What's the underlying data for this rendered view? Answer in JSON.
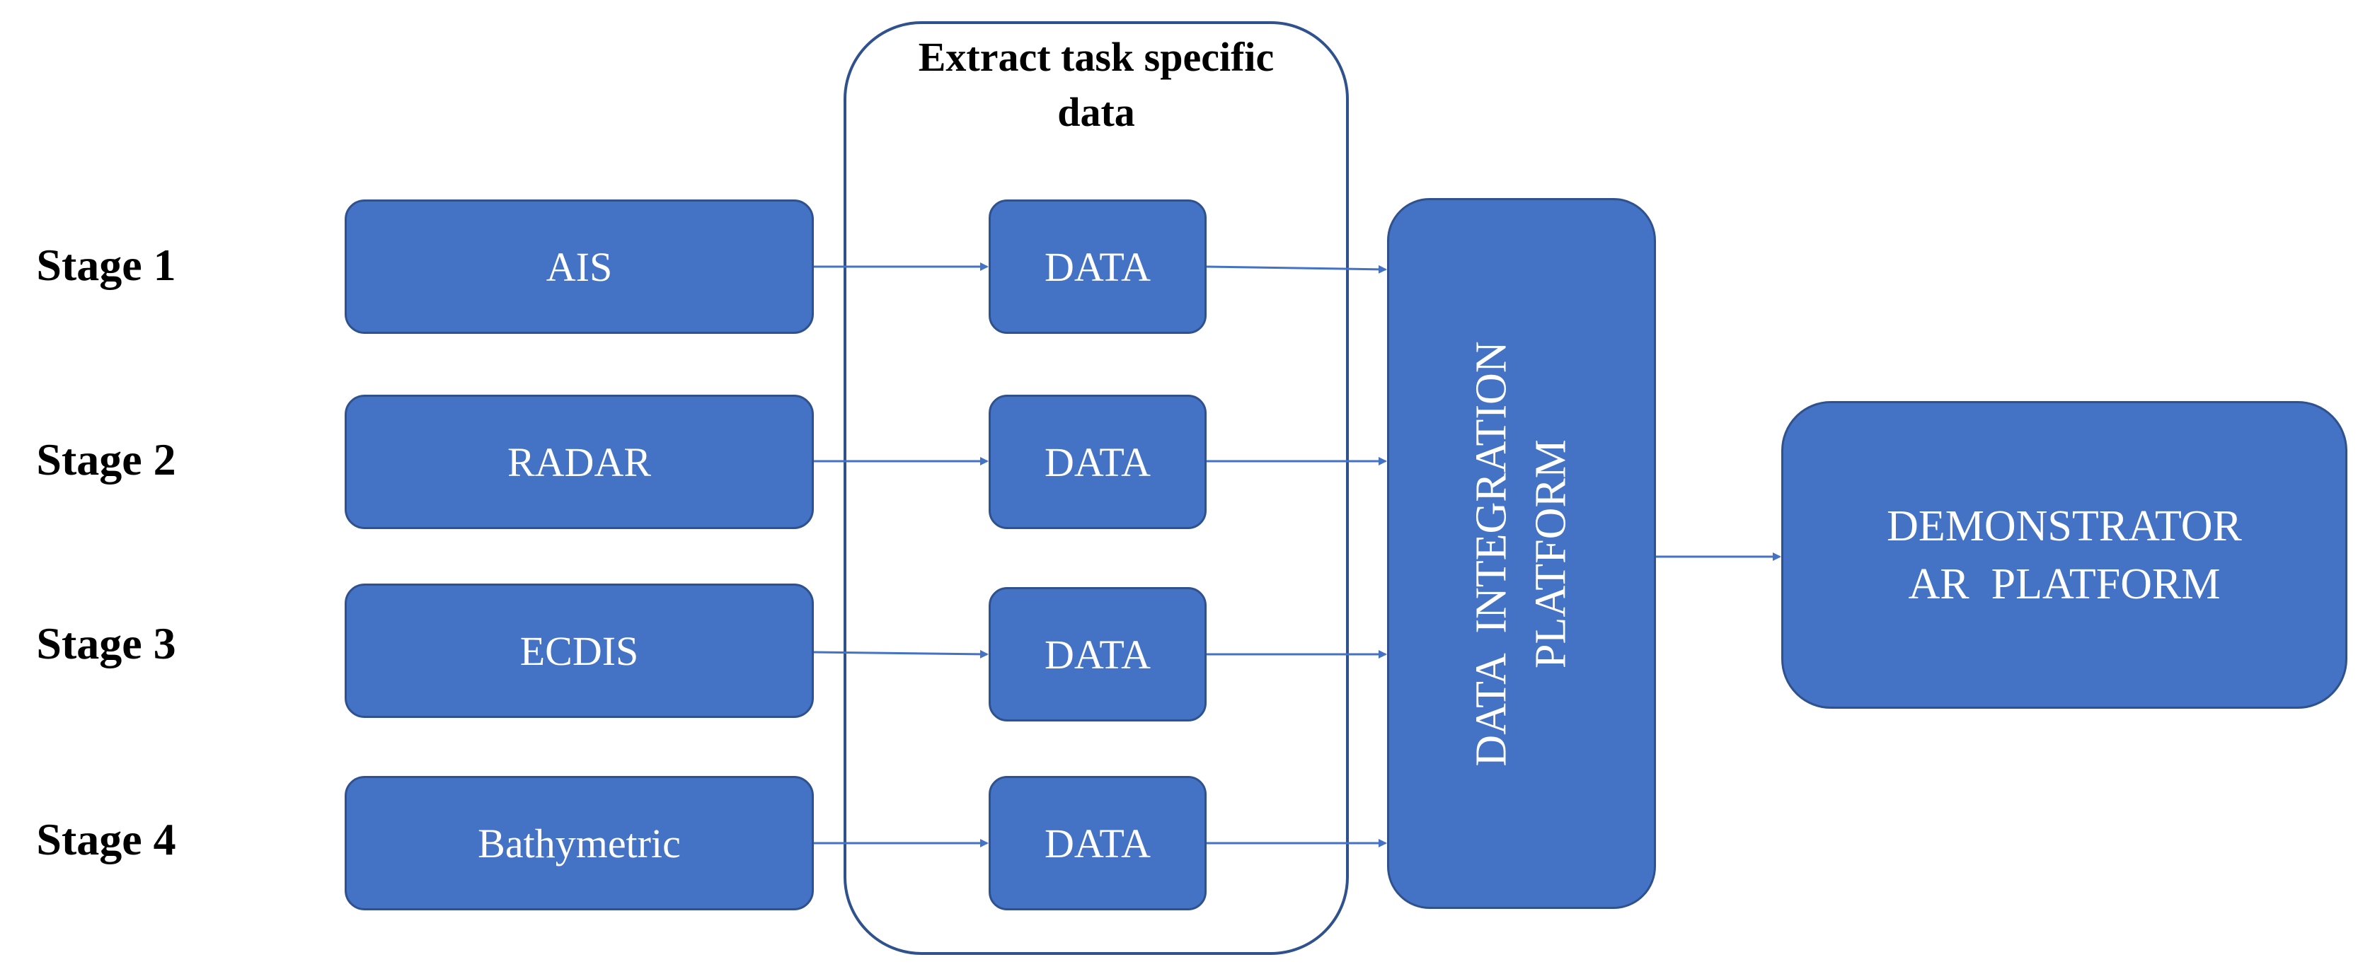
{
  "stages": [
    {
      "label": "Stage 1",
      "source": "AIS",
      "data": "DATA"
    },
    {
      "label": "Stage 2",
      "source": "RADAR",
      "data": "DATA"
    },
    {
      "label": "Stage 3",
      "source": "ECDIS",
      "data": "DATA"
    },
    {
      "label": "Stage 4",
      "source": "Bathymetric",
      "data": "DATA"
    }
  ],
  "extract": {
    "title_line1": "Extract task specific",
    "title_line2": "data"
  },
  "integration": {
    "line1": "DATA  INTEGRATION",
    "line2": "PLATFORM"
  },
  "demonstrator": {
    "line1": "DEMONSTRATOR",
    "line2": "AR  PLATFORM"
  },
  "colors": {
    "box_fill": "#4472c4",
    "box_border": "#2f528f",
    "arrow": "#4472c4"
  }
}
